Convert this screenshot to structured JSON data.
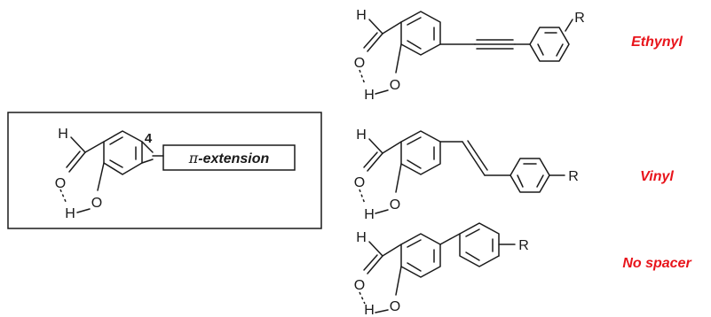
{
  "colors": {
    "label": "#e8141b",
    "ink": "#1a1a1a"
  },
  "core": {
    "position_number": "4",
    "pi_symbol": "π",
    "extension_text": "-extension",
    "atoms": {
      "h": "H",
      "o_carbonyl": "O",
      "h_hydroxyl": "H",
      "o_hydroxyl": "O"
    }
  },
  "structures": [
    {
      "label": "Ethynyl",
      "substituent": "R",
      "atoms": {
        "h": "H",
        "o_carbonyl": "O",
        "h_hydroxyl": "H",
        "o_hydroxyl": "O"
      }
    },
    {
      "label": "Vinyl",
      "substituent": "R",
      "atoms": {
        "h": "H",
        "o_carbonyl": "O",
        "h_hydroxyl": "H",
        "o_hydroxyl": "O"
      }
    },
    {
      "label": "No spacer",
      "substituent": "R",
      "atoms": {
        "h": "H",
        "o_carbonyl": "O",
        "h_hydroxyl": "H",
        "o_hydroxyl": "O"
      }
    }
  ]
}
